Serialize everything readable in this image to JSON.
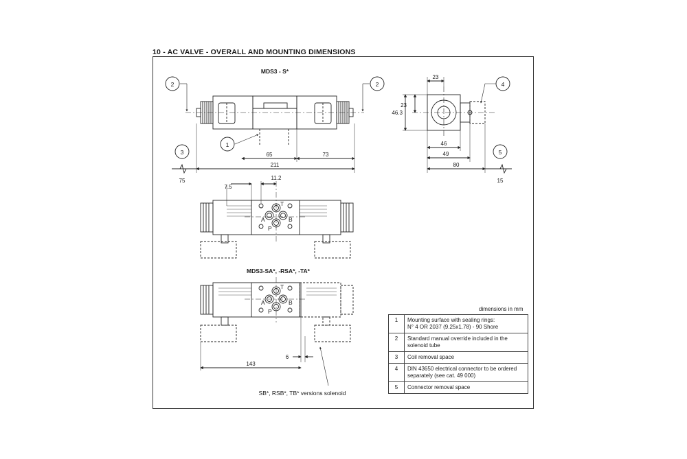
{
  "title": "10 -  AC VALVE - OVERALL AND MOUNTING DIMENSIONS",
  "views": {
    "top_model": "MDS3 - S*",
    "bottom_model": "MDS3-SA*, -RSA*, -TA*",
    "solenoid_note": "SB*, RSB*, TB* versions solenoid"
  },
  "dimensions": {
    "d65": "65",
    "d73": "73",
    "d211": "211",
    "d75": "75",
    "d23a": "23",
    "d23b": "23",
    "d46_3": "46.3",
    "d46": "46",
    "d49": "49",
    "d80": "80",
    "d15": "15",
    "d7_5": "7.5",
    "d11_2": "11.2",
    "d6": "6",
    "d143": "143"
  },
  "callouts": [
    "1",
    "2",
    "2",
    "3",
    "4",
    "5"
  ],
  "ports": {
    "T": "T",
    "A": "A",
    "B": "B",
    "P": "P"
  },
  "dims_note": "dimensions in mm",
  "legend": [
    {
      "num": "1",
      "text": "Mounting surface with sealing rings:\nN° 4 OR 2037 (9.25x1.78) - 90 Shore"
    },
    {
      "num": "2",
      "text": "Standard manual override included in the solenoid tube"
    },
    {
      "num": "3",
      "text": "Coil removal space"
    },
    {
      "num": "4",
      "text": "DIN 43650 electrical connector to be ordered separately (see cat. 49 000)"
    },
    {
      "num": "5",
      "text": "Connector removal space"
    }
  ]
}
